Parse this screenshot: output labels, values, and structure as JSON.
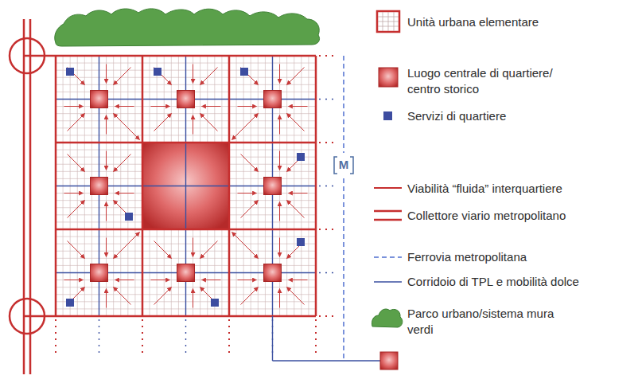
{
  "diagram": {
    "labels": [
      "M"
    ],
    "legend": [
      {
        "text": "Unità urbana elementare"
      },
      {
        "text": "Luogo centrale di quartiere/ centro storico"
      },
      {
        "text": "Servizi di quartiere",
        "color": "#3d4da0"
      },
      {
        "text": "Viabilità “fluida” interquartiere"
      },
      {
        "text": "Collettore viario metropolitano"
      },
      {
        "text": "Ferrovia metropolitana"
      },
      {
        "text": "Corridoio di TPL e mobilità dolce"
      },
      {
        "text": "Parco urbano/sistema mura verdi"
      }
    ]
  }
}
